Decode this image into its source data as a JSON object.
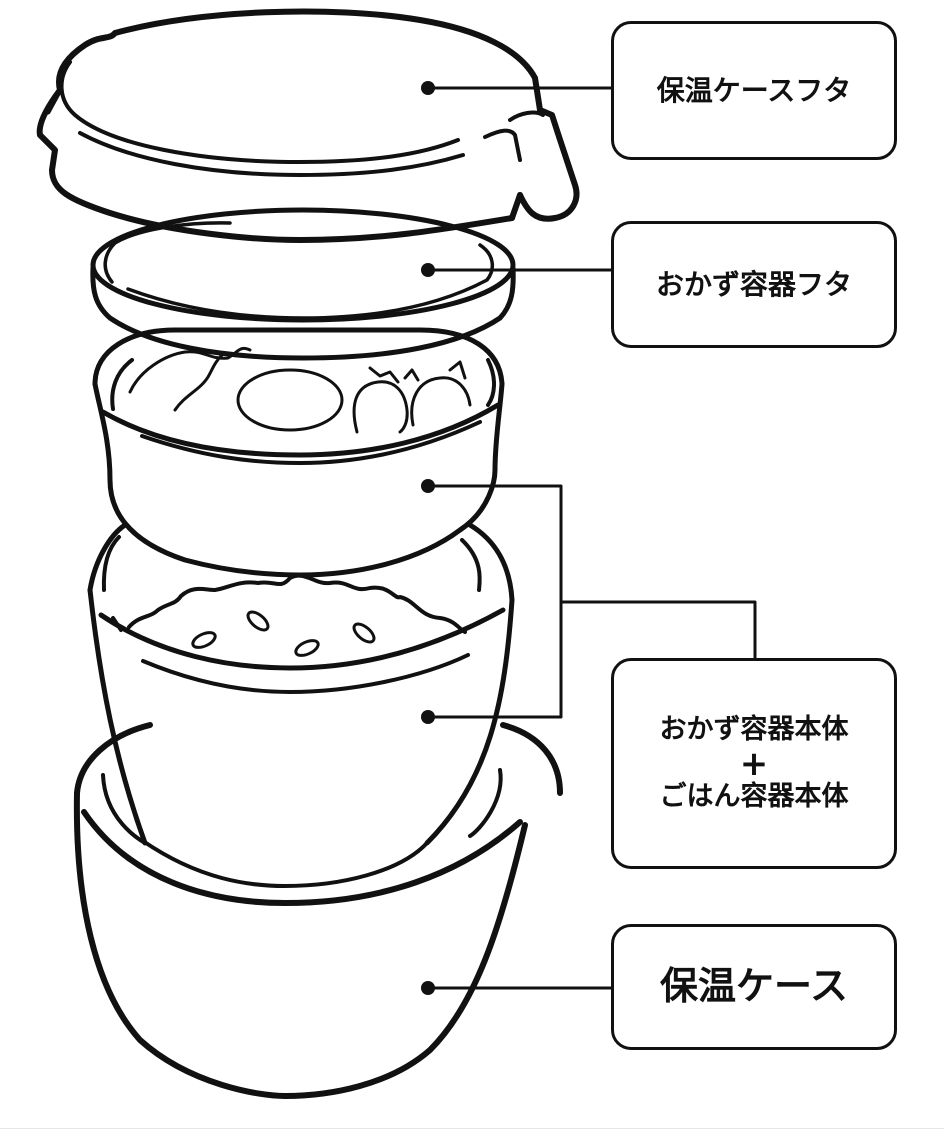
{
  "diagram": {
    "title": "保温ケース パーツ構成図",
    "parts": [
      {
        "id": "case-lid",
        "label_lines": [
          "保温ケースフタ"
        ]
      },
      {
        "id": "side-dish-lid",
        "label_lines": [
          "おかず容器フタ"
        ]
      },
      {
        "id": "containers",
        "label_lines": [
          "おかず容器本体",
          "+",
          "ごはん容器本体"
        ]
      },
      {
        "id": "case-body",
        "label_lines": [
          "保温ケース"
        ]
      }
    ],
    "colors": {
      "line": "#111111",
      "background": "#ffffff"
    }
  }
}
